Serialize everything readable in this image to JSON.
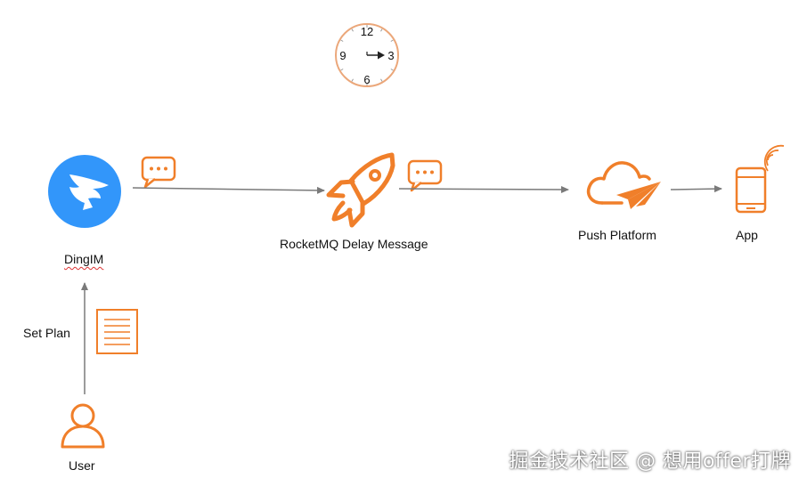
{
  "colors": {
    "accent": "#f07f2a",
    "dingtalk_blue": "#3296fa",
    "arrow": "#7a7a7a",
    "clock_face": "#eba77a"
  },
  "clock": {
    "numerals": {
      "top": "12",
      "right": "3",
      "bottom": "6",
      "left": "9"
    }
  },
  "nodes": {
    "dingim": {
      "label": "DingIM",
      "icon": "dingtalk-logo-icon"
    },
    "rocketmq": {
      "label": "RocketMQ Delay Message",
      "icon": "rocket-icon"
    },
    "push": {
      "label": "Push Platform",
      "icon": "cloud-paper-plane-icon"
    },
    "app": {
      "label": "App",
      "icon": "mobile-phone-signal-icon"
    },
    "user": {
      "label": "User",
      "icon": "user-icon"
    }
  },
  "edges": {
    "set_plan": {
      "label": "Set Plan",
      "icon": "document-icon"
    }
  },
  "watermark": "掘金技术社区 @ 想用offer打牌"
}
